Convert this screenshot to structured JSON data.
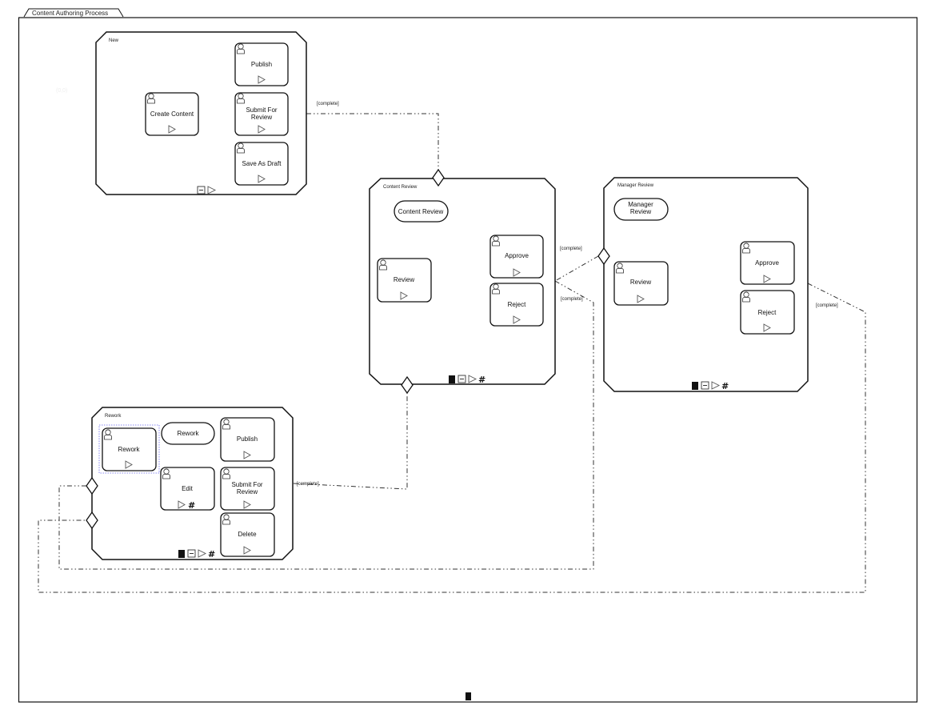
{
  "process": {
    "title": "Content Authoring Process",
    "origin_marker": "(0,0)"
  },
  "states": [
    {
      "id": "new",
      "label": "New",
      "icons": [
        "minus-box-icon",
        "play-icon"
      ],
      "tasks": [
        {
          "label": "Create Content"
        },
        {
          "label": "Publish"
        },
        {
          "label": "Submit For Review"
        },
        {
          "label": "Save As Draft"
        }
      ]
    },
    {
      "id": "content-review",
      "label": "Content Review",
      "role": "Content Review",
      "icons": [
        "filled-box-icon",
        "minus-box-icon",
        "play-icon",
        "hash-icon"
      ],
      "tasks": [
        {
          "label": "Review"
        },
        {
          "label": "Approve"
        },
        {
          "label": "Reject"
        }
      ]
    },
    {
      "id": "manager-review",
      "label": "Manager Review",
      "role": "Manager Review",
      "icons": [
        "filled-box-icon",
        "minus-box-icon",
        "play-icon",
        "hash-icon"
      ],
      "tasks": [
        {
          "label": "Review"
        },
        {
          "label": "Approve"
        },
        {
          "label": "Reject"
        }
      ]
    },
    {
      "id": "rework",
      "label": "Rework",
      "role": "Rework",
      "icons": [
        "filled-box-icon",
        "minus-box-icon",
        "play-icon",
        "hash-icon"
      ],
      "tasks": [
        {
          "label": "Rework"
        },
        {
          "label": "Publish"
        },
        {
          "label": "Edit"
        },
        {
          "label": "Submit For Review"
        },
        {
          "label": "Delete"
        }
      ]
    }
  ],
  "transitions": [
    {
      "from": "New",
      "to": "Content Review",
      "label": "[complete]"
    },
    {
      "from": "Content Review",
      "to": "Manager Review",
      "label": "[complete]"
    },
    {
      "from": "Content Review",
      "to": "Rework",
      "label": "[complete]"
    },
    {
      "from": "Rework",
      "to": "Content Review",
      "label": "[complete]"
    },
    {
      "from": "Manager Review",
      "to": "Rework",
      "label": "[complete]"
    }
  ],
  "colors": {
    "stroke": "#111111",
    "selection": "#6666ee",
    "icon_gray": "#555555"
  }
}
